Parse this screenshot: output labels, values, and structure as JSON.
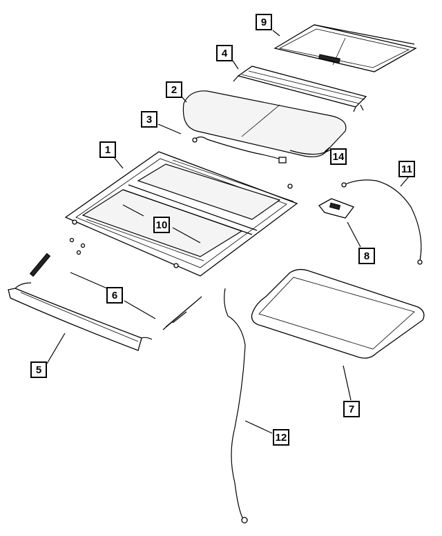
{
  "diagram": {
    "callouts": [
      {
        "id": "c1",
        "label": "1"
      },
      {
        "id": "c2",
        "label": "2"
      },
      {
        "id": "c3",
        "label": "3"
      },
      {
        "id": "c4",
        "label": "4"
      },
      {
        "id": "c5",
        "label": "5"
      },
      {
        "id": "c6",
        "label": "6"
      },
      {
        "id": "c7",
        "label": "7"
      },
      {
        "id": "c8",
        "label": "8"
      },
      {
        "id": "c9",
        "label": "9"
      },
      {
        "id": "c10",
        "label": "10"
      },
      {
        "id": "c11",
        "label": "11"
      },
      {
        "id": "c12",
        "label": "12"
      },
      {
        "id": "c14",
        "label": "14"
      }
    ]
  }
}
